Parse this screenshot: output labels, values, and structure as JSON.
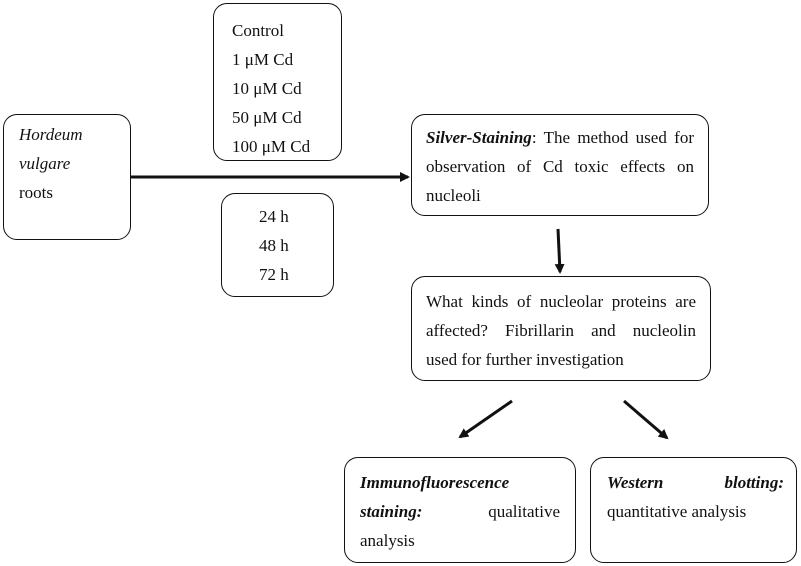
{
  "plant": {
    "genus": "Hordeum",
    "species": "vulgare",
    "organ": "roots"
  },
  "treatments": [
    "Control",
    "1 μM Cd",
    "10 μM Cd",
    "50 μM Cd",
    "100 μM Cd"
  ],
  "durations": [
    "24 h",
    "48 h",
    "72 h"
  ],
  "silver": {
    "title": "Silver-Staining",
    "line1_rest": ": The method used for",
    "line2": "observation of Cd toxic effects on",
    "line3": "nucleoli"
  },
  "question": {
    "line1": "What kinds of nucleolar proteins are",
    "line2": "affected? Fibrillarin and nucleolin",
    "line3": "used for further investigation"
  },
  "immuno": {
    "title1": "Immunofluorescence",
    "title2": "staining:",
    "rest2": "qualitative",
    "line3": "analysis"
  },
  "western": {
    "title1": "Western",
    "title2": "blotting:",
    "line2": "quantitative analysis"
  }
}
